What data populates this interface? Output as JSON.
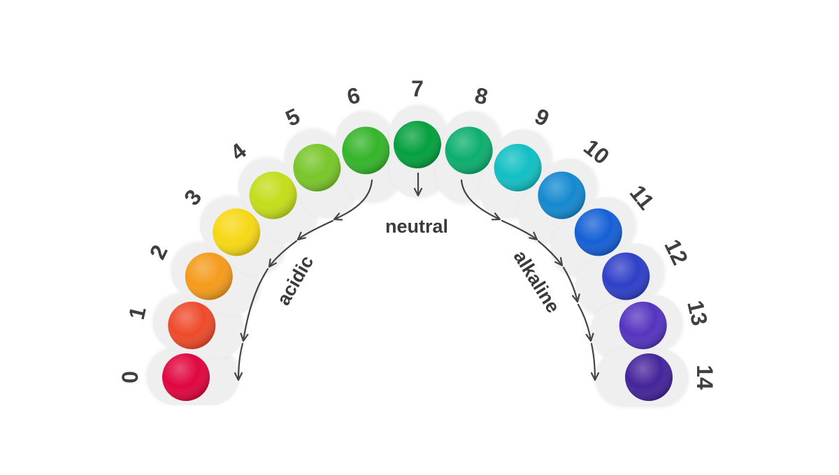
{
  "scale": {
    "values": [
      "0",
      "1",
      "2",
      "3",
      "4",
      "5",
      "6",
      "7",
      "8",
      "9",
      "10",
      "11",
      "12",
      "13",
      "14"
    ],
    "colors": [
      "#e0063f",
      "#ee4a2a",
      "#f49b1b",
      "#f7d815",
      "#c3dd1a",
      "#78c62a",
      "#34b52a",
      "#04a03e",
      "#0cae6e",
      "#11bfc3",
      "#1489d0",
      "#1560d6",
      "#2f3fc8",
      "#5534bf",
      "#45249a"
    ]
  },
  "labels": {
    "acidic": "acidic",
    "neutral": "neutral",
    "alkaline": "alkaline"
  }
}
